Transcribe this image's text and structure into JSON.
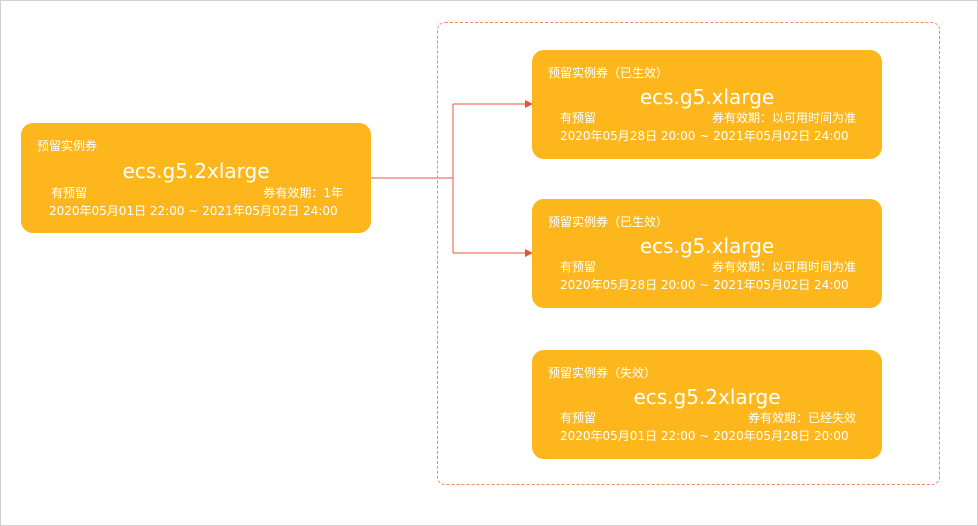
{
  "colors": {
    "card": "#fdb71c",
    "connector": "#e8543a",
    "group_border": "#f08a5d"
  },
  "source": {
    "header": "预留实例券",
    "instance_type": "ecs.g5.2xlarge",
    "reserve": "有预留",
    "validity": "券有效期：1年",
    "period": "2020年05月01日 22:00 ~ 2021年05月02日 24:00"
  },
  "targets": [
    {
      "header": "预留实例券（已生效）",
      "instance_type": "ecs.g5.xlarge",
      "reserve": "有预留",
      "validity": "券有效期：以可用时间为准",
      "period": "2020年05月28日 20:00 ~ 2021年05月02日 24:00"
    },
    {
      "header": "预留实例券（已生效）",
      "instance_type": "ecs.g5.xlarge",
      "reserve": "有预留",
      "validity": "券有效期：以可用时间为准",
      "period": "2020年05月28日 20:00 ~ 2021年05月02日 24:00"
    },
    {
      "header": "预留实例券（失效）",
      "instance_type": "ecs.g5.2xlarge",
      "reserve": "有预留",
      "validity": "券有效期：已经失效",
      "period": "2020年05月01日 22:00 ~ 2020年05月28日 20:00"
    }
  ]
}
